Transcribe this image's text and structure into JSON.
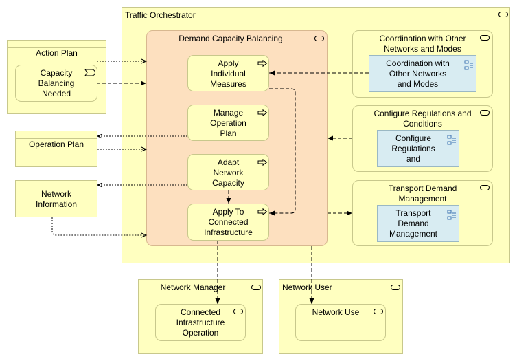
{
  "nodes": {
    "traffic_orchestrator": "Traffic Orchestrator",
    "demand_capacity_balancing": "Demand Capacity Balancing",
    "apply_individual_measures": [
      "Apply",
      "Individual",
      "Measures"
    ],
    "manage_operation_plan": [
      "Manage",
      "Operation",
      "Plan"
    ],
    "adapt_network_capacity": [
      "Adapt",
      "Network",
      "Capacity"
    ],
    "apply_to_connected_infrastructure": [
      "Apply To",
      "Connected",
      "Infrastructure"
    ],
    "coordination_group": [
      "Coordination with Other",
      "Networks and Modes"
    ],
    "coordination_component": [
      "Coordination with",
      "Other Networks",
      "and Modes"
    ],
    "configure_group": [
      "Configure Regulations and",
      "Conditions"
    ],
    "configure_component": [
      "Configure",
      "Regulations",
      "and"
    ],
    "transport_group": [
      "Transport Demand",
      "Management"
    ],
    "transport_component": [
      "Transport",
      "Demand",
      "Management"
    ],
    "action_plan": "Action Plan",
    "capacity_balancing_needed": [
      "Capacity",
      "Balancing",
      "Needed"
    ],
    "operation_plan": "Operation Plan",
    "network_information": [
      "Network",
      "Information"
    ],
    "network_manager": "Network Manager",
    "connected_infrastructure_operation": [
      "Connected",
      "Infrastructure",
      "Operation"
    ],
    "network_user": "Network User",
    "network_use": "Network Use"
  },
  "icons": {
    "process": "process-arrow-icon",
    "service": "service-pill-icon",
    "event": "event-icon",
    "component": "component-icon"
  },
  "colors": {
    "application_layer": "#ffffc0",
    "function_group": "#fde0bf",
    "component": "#d8ecf2",
    "edge": "#000000"
  }
}
